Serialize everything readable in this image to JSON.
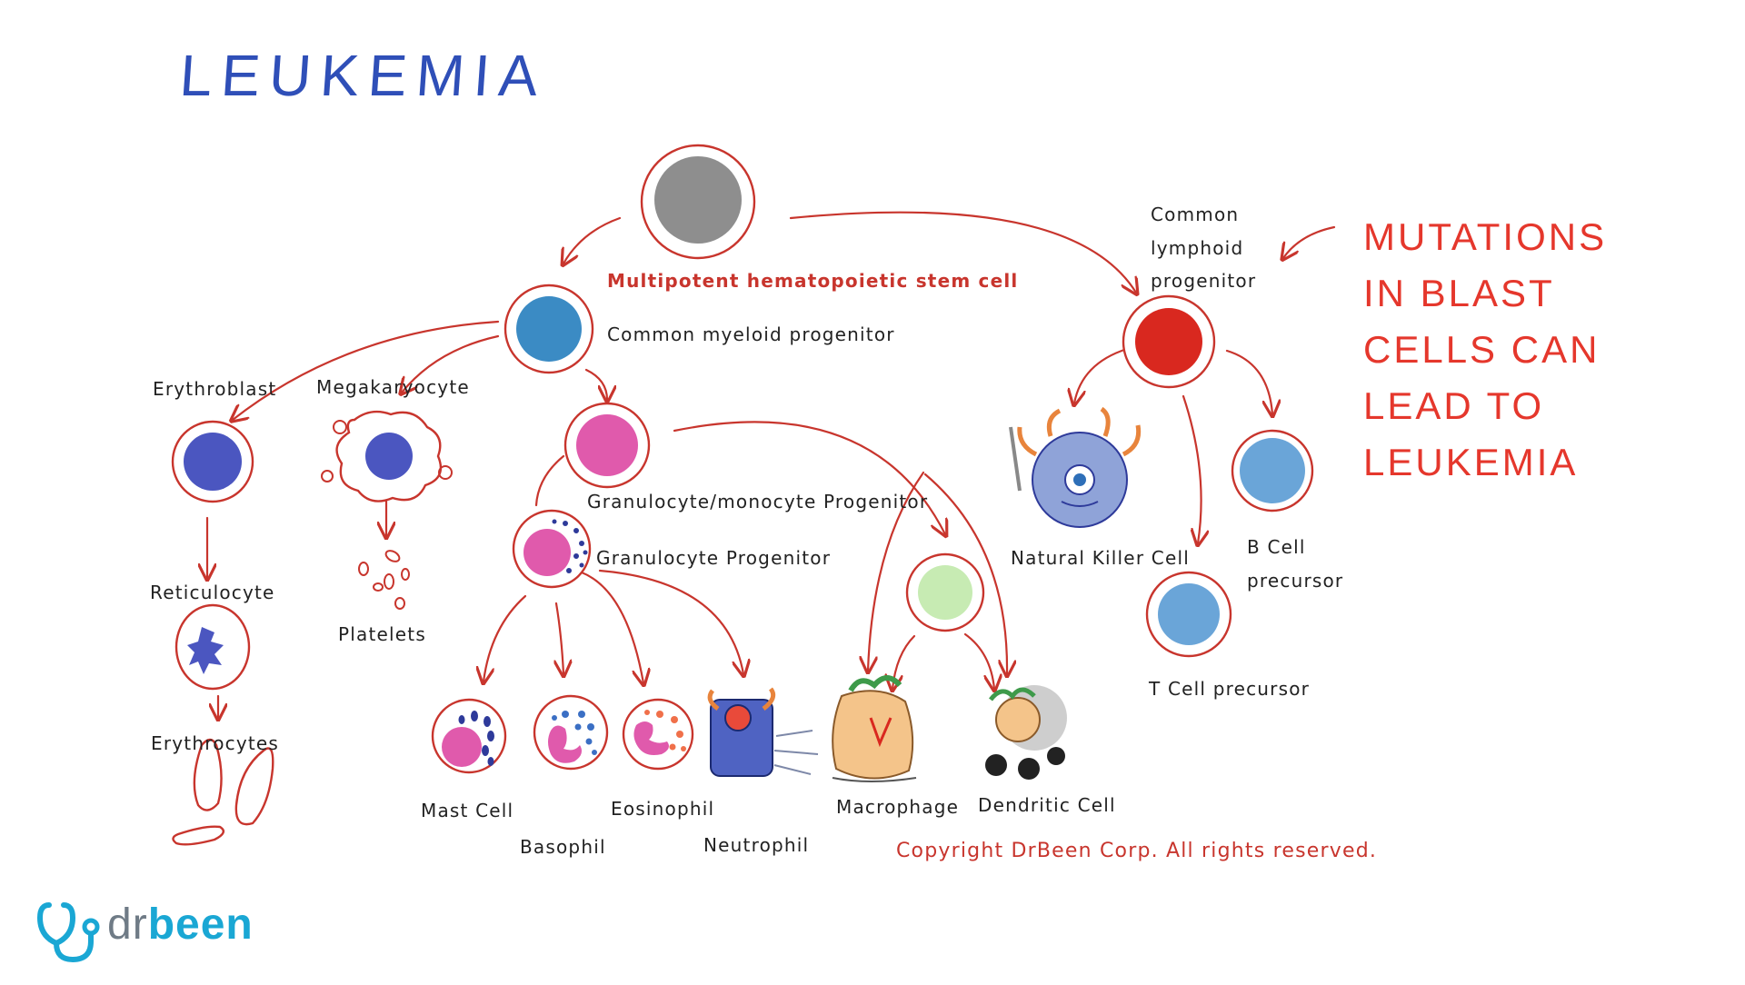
{
  "title": "LEUKEMIA",
  "note_lines": [
    "MUTATIONS",
    "IN BLAST",
    "CELLS CAN",
    "LEAD TO",
    "LEUKEMIA"
  ],
  "labels": {
    "stem_cell": "Multipotent hematopoietic stem cell",
    "myeloid": "Common myeloid progenitor",
    "lymphoid_1": "Common",
    "lymphoid_2": "lymphoid",
    "lymphoid_3": "progenitor",
    "erythroblast": "Erythroblast",
    "megakaryocyte": "Megakaryocyte",
    "reticulocyte": "Reticulocyte",
    "erythrocytes": "Erythrocytes",
    "platelets": "Platelets",
    "gm_progenitor": "Granulocyte/monocyte Progenitor",
    "gran_progenitor": "Granulocyte Progenitor",
    "mast_cell": "Mast Cell",
    "basophil": "Basophil",
    "eosinophil": "Eosinophil",
    "neutrophil": "Neutrophil",
    "macrophage": "Macrophage",
    "dendritic": "Dendritic Cell",
    "nk_cell": "Natural Killer Cell",
    "b_cell_1": "B Cell",
    "b_cell_2": "precursor",
    "t_cell": "T Cell precursor"
  },
  "copyright": "Copyright DrBeen Corp. All rights reserved.",
  "logo": {
    "dr": "dr",
    "been": "been"
  },
  "colors": {
    "outline": "#c8352d",
    "stem": "#8e8e8e",
    "myeloid": "#3b8bc4",
    "lymphoid": "#d9281f",
    "erythroid": "#4b56c0",
    "granulocyte": "#e05aac",
    "monocyte": "#c7ebb3",
    "lymphocyte": "#6aa5d8",
    "title": "#2f4fb8",
    "note": "#e5372c",
    "brand": "#1aa7d4"
  }
}
